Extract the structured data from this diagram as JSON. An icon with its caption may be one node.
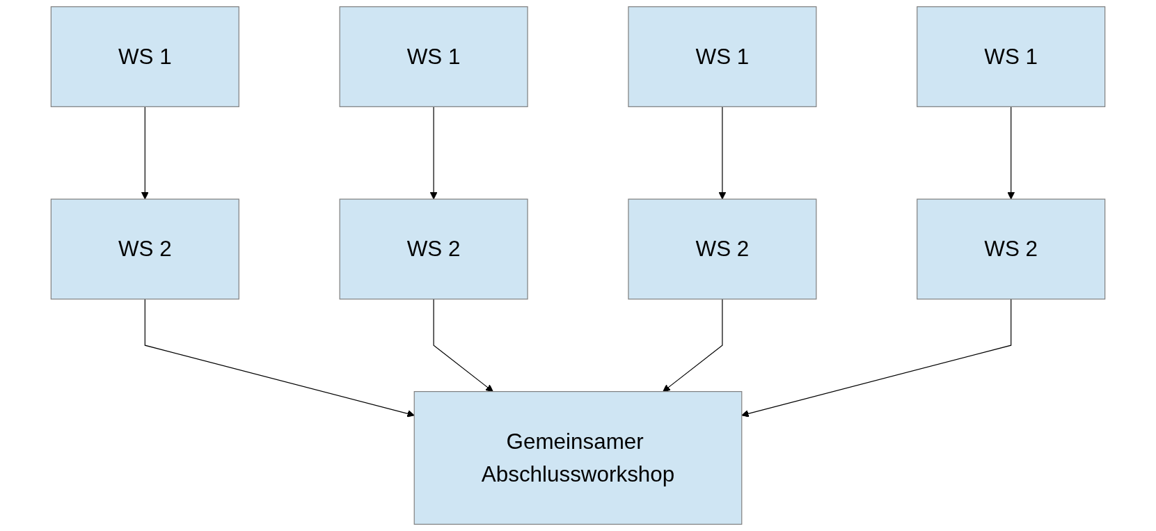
{
  "diagram": {
    "nodes": [
      {
        "text": [
          "WS 1"
        ]
      },
      {
        "text": [
          "WS 1"
        ]
      },
      {
        "text": [
          "WS 1"
        ]
      },
      {
        "text": [
          "WS 1"
        ]
      },
      {
        "text": [
          "WS 2"
        ]
      },
      {
        "text": [
          "WS 2"
        ]
      },
      {
        "text": [
          "WS 2"
        ]
      },
      {
        "text": [
          "WS 2"
        ]
      },
      {
        "text": [
          "Gemeinsamer Abschlussworkshop"
        ]
      }
    ],
    "edges": [
      {
        "from": 0,
        "to": 4,
        "arrow": "to"
      },
      {
        "from": 1,
        "to": 5,
        "arrow": "to"
      },
      {
        "from": 2,
        "to": 6,
        "arrow": "to"
      },
      {
        "from": 3,
        "to": 7,
        "arrow": "to"
      },
      {
        "from": 4,
        "to": 8,
        "arrow": "to"
      },
      {
        "from": 5,
        "to": 8,
        "arrow": "to"
      },
      {
        "from": 6,
        "to": 8,
        "arrow": "to"
      },
      {
        "from": 7,
        "to": 8,
        "arrow": "to"
      }
    ]
  }
}
